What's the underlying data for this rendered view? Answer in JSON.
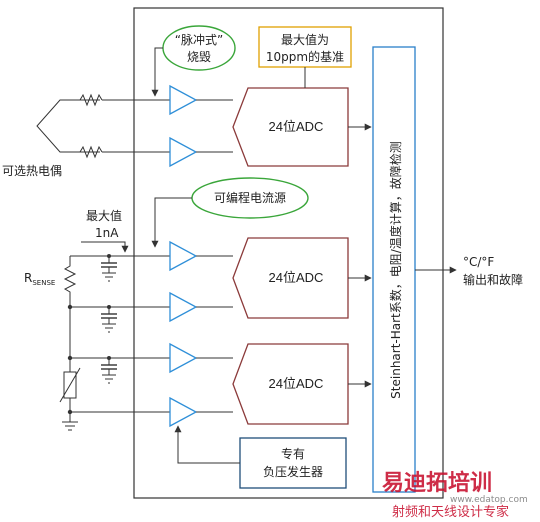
{
  "labels": {
    "pulse_burnout_line1": "“脉冲式”",
    "pulse_burnout_line2": "烧毁",
    "reference_line1": "最大值为",
    "reference_line2": "10ppm的基准",
    "adc1": "24位ADC",
    "adc2": "24位ADC",
    "adc3": "24位ADC",
    "thermocouple": "可选热电偶",
    "programmable_current": "可编程电流源",
    "max_value": "最大值",
    "max_current": "1nA",
    "rsense_main": "R",
    "rsense_sub": "SENSE",
    "processor": "Steinhart-Hart系数，电阻/温度计算，故障检测",
    "output_line1": "°C/°F",
    "output_line2": "输出和故障",
    "neg_voltage_line1": "专有",
    "neg_voltage_line2": "负压发生器"
  },
  "watermark": {
    "brand": "易迪拓培训",
    "url": "www.edatop.com",
    "slogan": "射频和天线设计专家"
  },
  "colors": {
    "amp_blue": "#2f8fd8",
    "ellipse_green": "#3aa63a",
    "adc_border": "#8b3a3a",
    "ref_border": "#e0a000",
    "processor_border": "#2a7fc9",
    "neg_gen_border": "#1f4e79",
    "line": "#333333",
    "watermark_red": "#c8102e"
  }
}
